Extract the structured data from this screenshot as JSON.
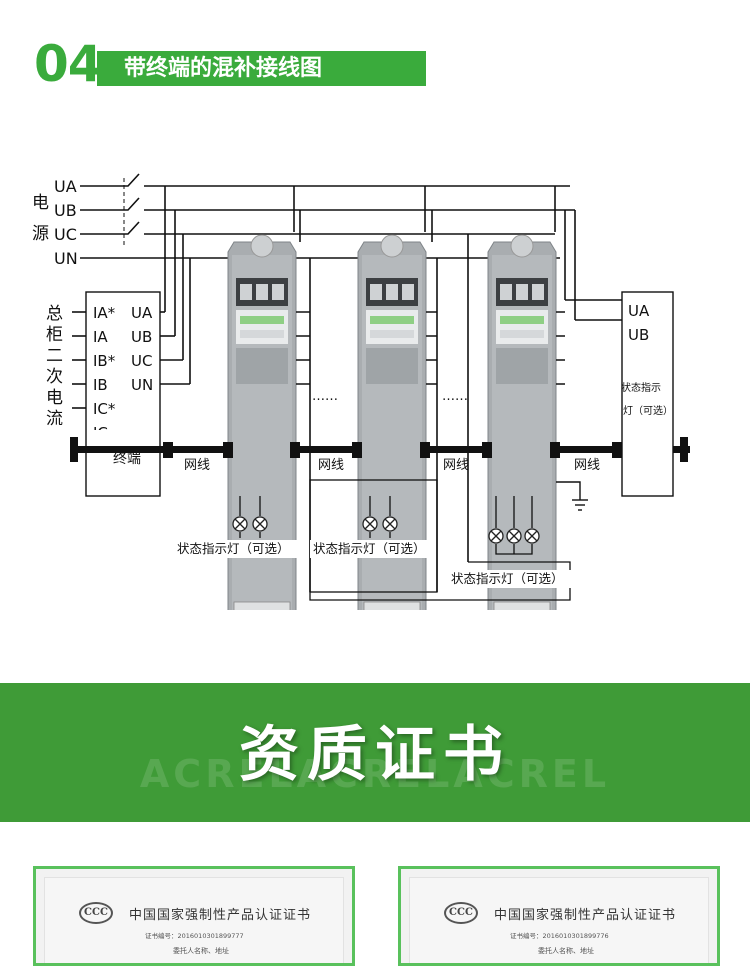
{
  "header": {
    "number": "04",
    "title": "带终端的混补接线图"
  },
  "diagram": {
    "power_side_label": [
      "电",
      "源"
    ],
    "power_lines": [
      "UA",
      "UB",
      "UC",
      "UN"
    ],
    "cabinet_side_label": [
      "总",
      "柜",
      "二",
      "次",
      "电",
      "流"
    ],
    "terminal_current_labels": [
      "IA*",
      "IA",
      "IB*",
      "IB",
      "IC*",
      "IC"
    ],
    "terminal_voltage_labels": [
      "UA",
      "UB",
      "UC",
      "UN"
    ],
    "terminal_name": "终端",
    "network_label": "网线",
    "ellipsis": "……",
    "right_box_voltage_labels": [
      "UA",
      "UB"
    ],
    "right_box_partial_text": [
      "状态指示",
      "灯（可选）"
    ],
    "indicator_label": "状态指示灯（可选）"
  },
  "band": {
    "title": "资质证书",
    "watermark": "ACRELACRELACREL"
  },
  "certificates": [
    {
      "logo": "CCC",
      "title": "中国国家强制性产品认证证书",
      "number": "证书编号：2016010301899777",
      "holder": "委托人名称、地址"
    },
    {
      "logo": "CCC",
      "title": "中国国家强制性产品认证证书",
      "number": "证书编号：2016010301899776",
      "holder": "委托人名称、地址"
    }
  ],
  "colors": {
    "accent_green": "#3aab3c",
    "band_green": "#3f9b37",
    "cert_border": "#59c15c"
  }
}
